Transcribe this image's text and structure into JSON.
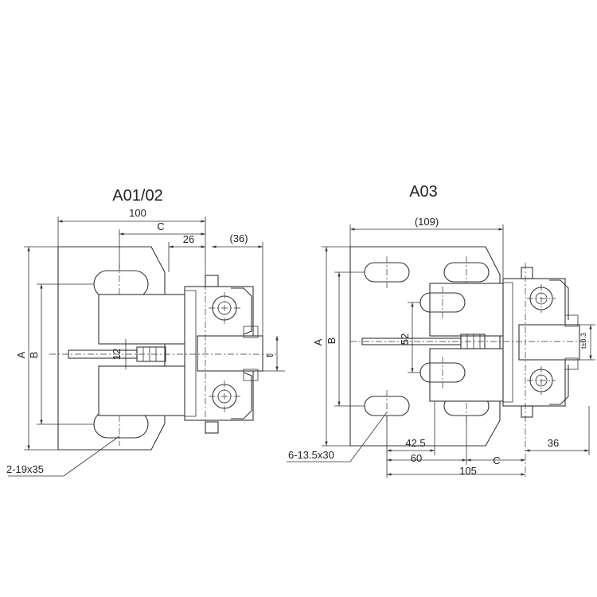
{
  "views": [
    {
      "title": "A01/02",
      "dims": {
        "overall_width": "100",
        "c": "C",
        "offset": "26",
        "ref_width": "(36)",
        "a": "A",
        "b": "B",
        "gap": "12",
        "t": "t",
        "slots": "2-19x35"
      }
    },
    {
      "title": "A03",
      "dims": {
        "ref_width": "(109)",
        "a": "A",
        "b": "B",
        "gap": "52",
        "t_tol": "t±0.3",
        "slots": "6-13.5x30",
        "d1": "42.5",
        "d2": "60",
        "c": "C",
        "d3": "105",
        "d4": "36"
      }
    }
  ]
}
